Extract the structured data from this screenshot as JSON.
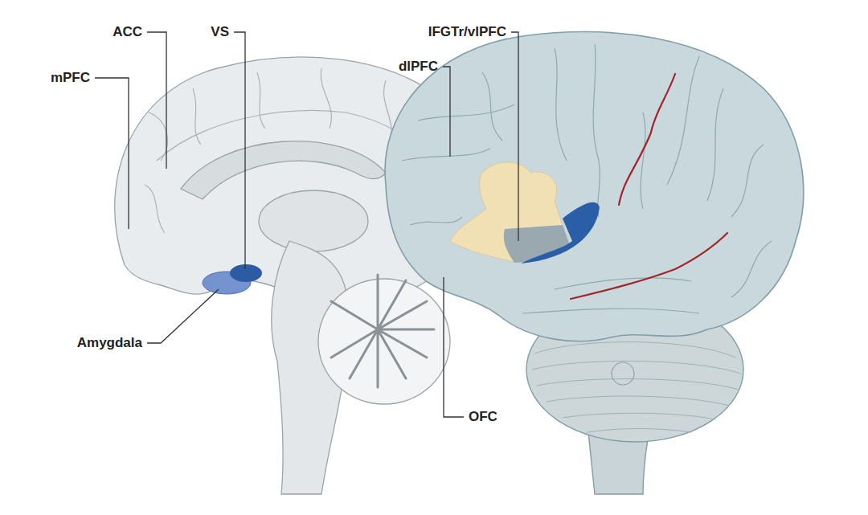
{
  "diagram": {
    "labels": [
      "mPFC",
      "ACC",
      "VS",
      "IFGTr/vlPFC",
      "dlPFC",
      "Amygdala",
      "OFC"
    ]
  }
}
